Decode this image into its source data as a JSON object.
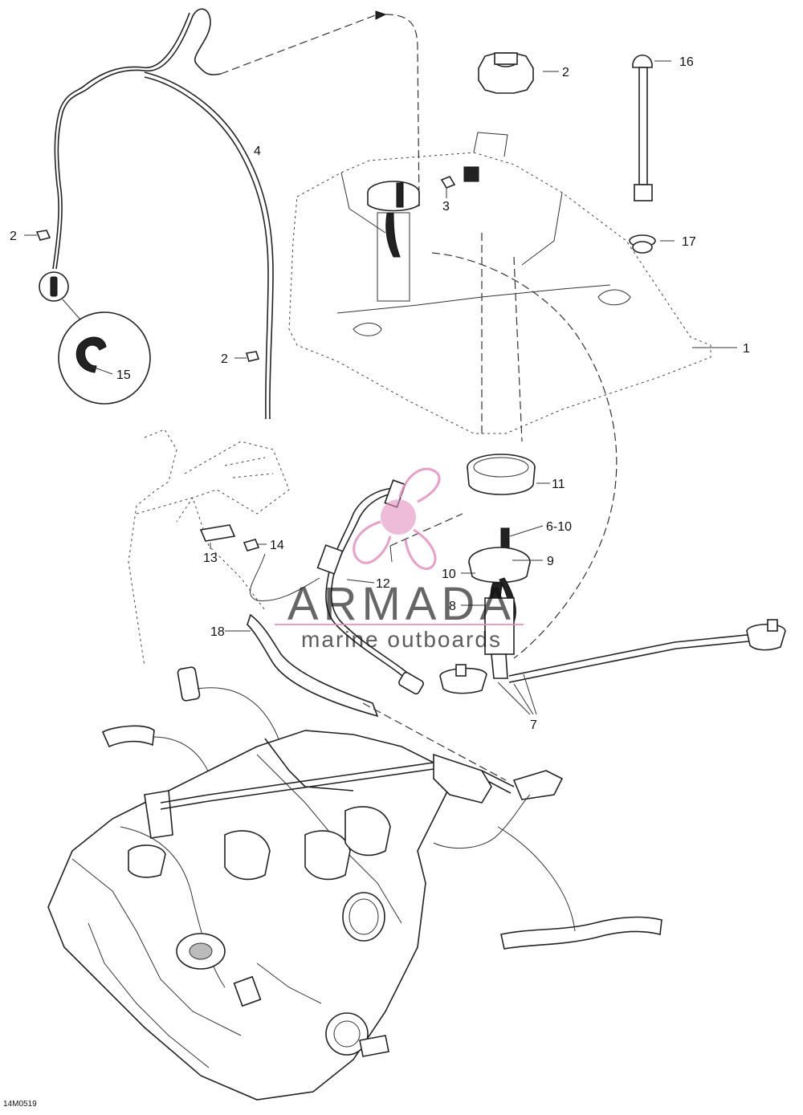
{
  "catalog_code": "14M0519",
  "watermark": {
    "brand": "ARMADA",
    "tagline": "marine outboards",
    "color": "#e48fbf",
    "logo_icon": "propeller-logo-icon"
  },
  "callouts": [
    {
      "id": "c1",
      "label": "1"
    },
    {
      "id": "c2a",
      "label": "2"
    },
    {
      "id": "c2b",
      "label": "2"
    },
    {
      "id": "c2c",
      "label": "2"
    },
    {
      "id": "c3",
      "label": "3"
    },
    {
      "id": "c4",
      "label": "4"
    },
    {
      "id": "c6-10",
      "label": "6-10"
    },
    {
      "id": "c7",
      "label": "7"
    },
    {
      "id": "c8",
      "label": "8"
    },
    {
      "id": "c9",
      "label": "9"
    },
    {
      "id": "c10",
      "label": "10"
    },
    {
      "id": "c11",
      "label": "11"
    },
    {
      "id": "c12",
      "label": "12"
    },
    {
      "id": "c13",
      "label": "13"
    },
    {
      "id": "c14",
      "label": "14"
    },
    {
      "id": "c15",
      "label": "15"
    },
    {
      "id": "c16",
      "label": "16"
    },
    {
      "id": "c17",
      "label": "17"
    },
    {
      "id": "c18",
      "label": "18"
    }
  ]
}
